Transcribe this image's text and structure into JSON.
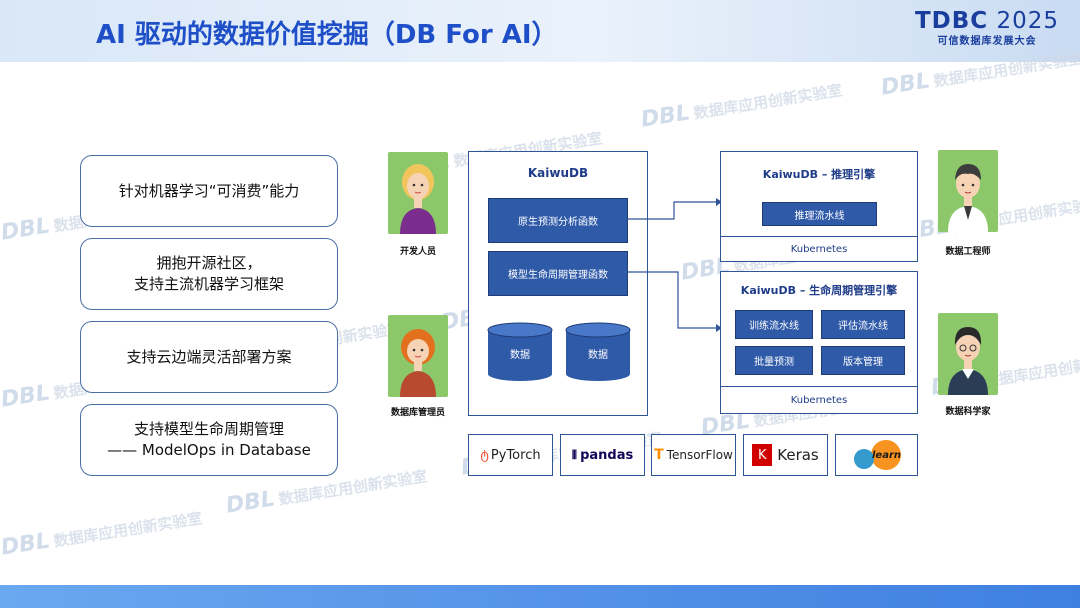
{
  "header": {
    "title": "AI 驱动的数据价值挖掘（DB For AI）",
    "logo_main": "TDBC",
    "logo_year": " 2025",
    "logo_sub": "可信数据库发展大会"
  },
  "watermark": {
    "text": "数据库应用创新实验室",
    "abbr": "DBL"
  },
  "features": [
    {
      "line1": "针对机器学习“可消费”能力",
      "line2": ""
    },
    {
      "line1": "拥抱开源社区，",
      "line2": "支持主流机器学习框架"
    },
    {
      "line1": "支持云边端灵活部署方案",
      "line2": ""
    },
    {
      "line1": "支持模型生命周期管理",
      "line2": "—— ModelOps in Database"
    }
  ],
  "people": {
    "developer": "开发人员",
    "dba": "数据库管理员",
    "data_engineer": "数据工程师",
    "data_scientist": "数据科学家"
  },
  "kaiwu": {
    "title": "KaiwuDB",
    "func1": "原生预测分析函数",
    "func2": "模型生命周期管理函数",
    "db1": "数据",
    "db2": "数据"
  },
  "inference_engine": {
    "title": "KaiwuDB – 推理引擎",
    "pipeline": "推理流水线",
    "k8s": "Kubernetes"
  },
  "lifecycle_engine": {
    "title": "KaiwuDB – 生命周期管理引擎",
    "train": "训练流水线",
    "eval": "评估流水线",
    "batch": "批量预测",
    "version": "版本管理",
    "k8s": "Kubernetes"
  },
  "frameworks": {
    "pytorch": "PyTorch",
    "pandas": "pandas",
    "tensorflow": "TensorFlow",
    "keras": "Keras",
    "sklearn": "learn"
  },
  "colors": {
    "accent": "#1f4fc8",
    "box_blue": "#2f5aa8",
    "border": "#2f5597"
  }
}
